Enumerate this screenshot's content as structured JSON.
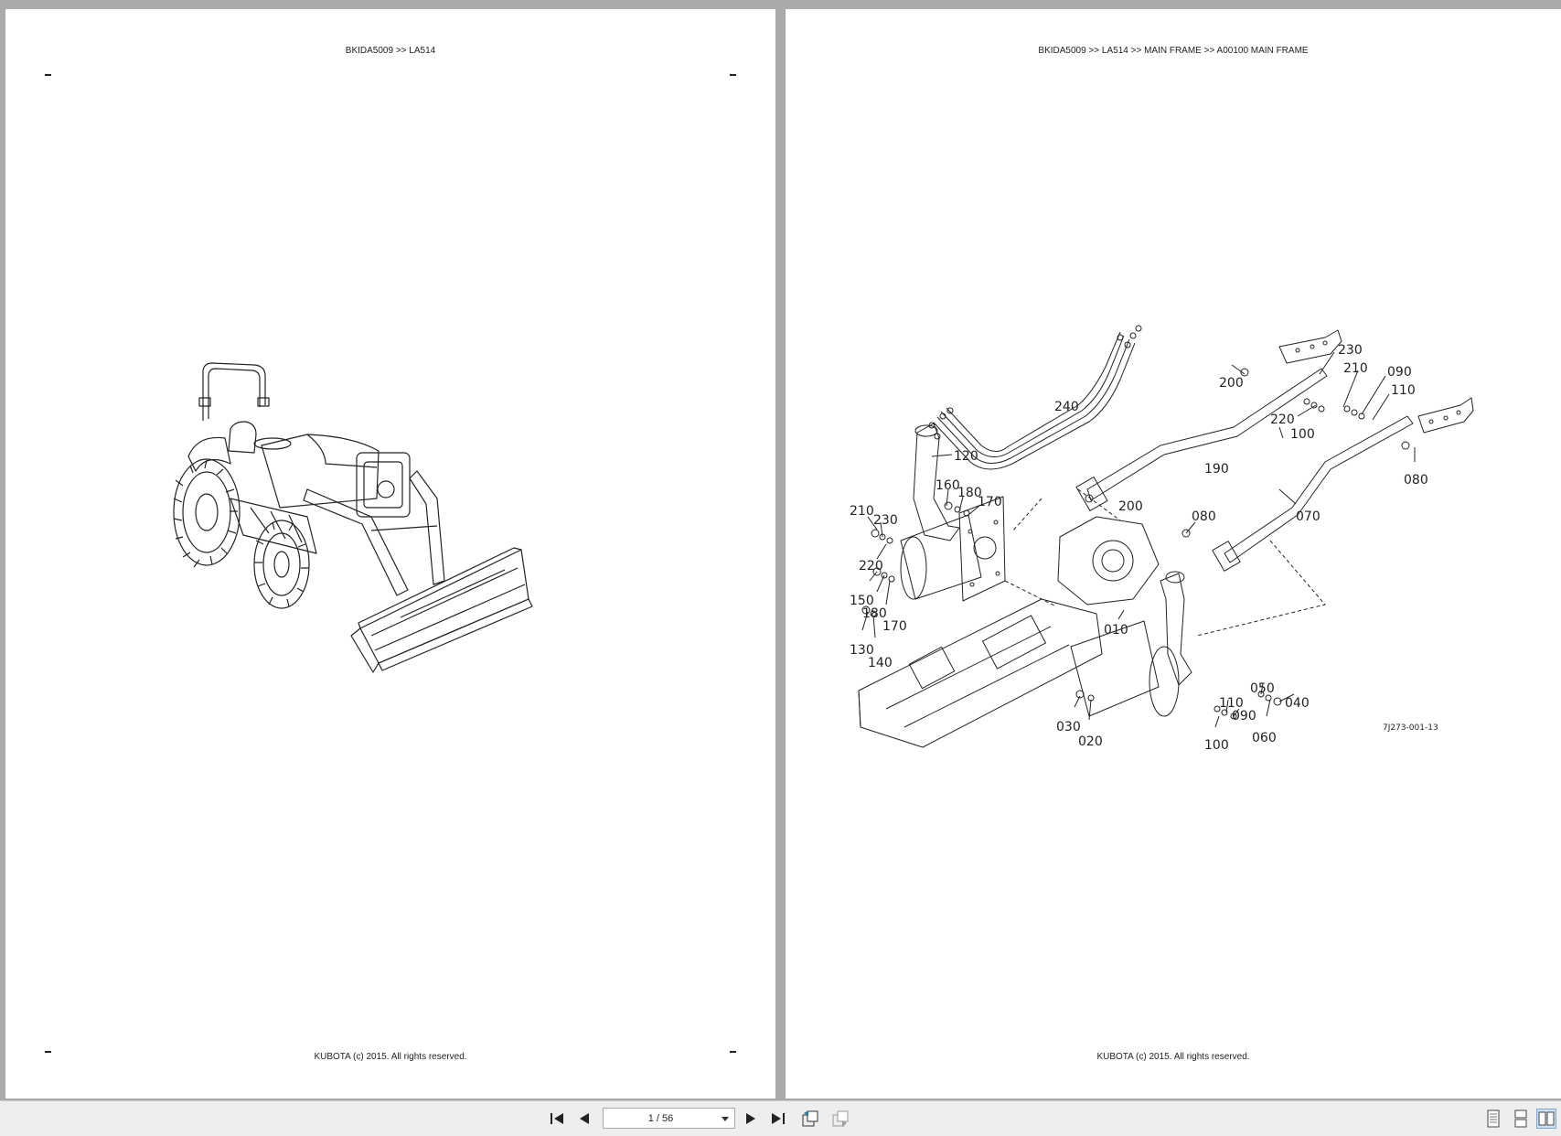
{
  "left_page": {
    "breadcrumb": "BKIDA5009 >> LA514",
    "footer": "KUBOTA (c) 2015. All rights reserved."
  },
  "right_page": {
    "breadcrumb": "BKIDA5009 >> LA514 >> MAIN FRAME >> A00100   MAIN FRAME",
    "footer": "KUBOTA (c) 2015. All rights reserved.",
    "diagram_code": "7J273-001-13",
    "callouts": [
      "230",
      "210",
      "090",
      "110",
      "200",
      "240",
      "220",
      "100",
      "120",
      "190",
      "080",
      "160",
      "180",
      "170",
      "210",
      "230",
      "200",
      "080",
      "070",
      "220",
      "150",
      "180",
      "170",
      "130",
      "140",
      "010",
      "050",
      "040",
      "110",
      "090",
      "030",
      "020",
      "100",
      "060"
    ]
  },
  "toolbar": {
    "page_indicator": "1 / 56",
    "icons": [
      "first-page-icon",
      "previous-page-icon",
      "next-page-icon",
      "last-page-icon",
      "go-back-view-icon",
      "go-forward-view-icon",
      "single-page-view-icon",
      "continuous-view-icon",
      "two-page-view-icon"
    ]
  }
}
